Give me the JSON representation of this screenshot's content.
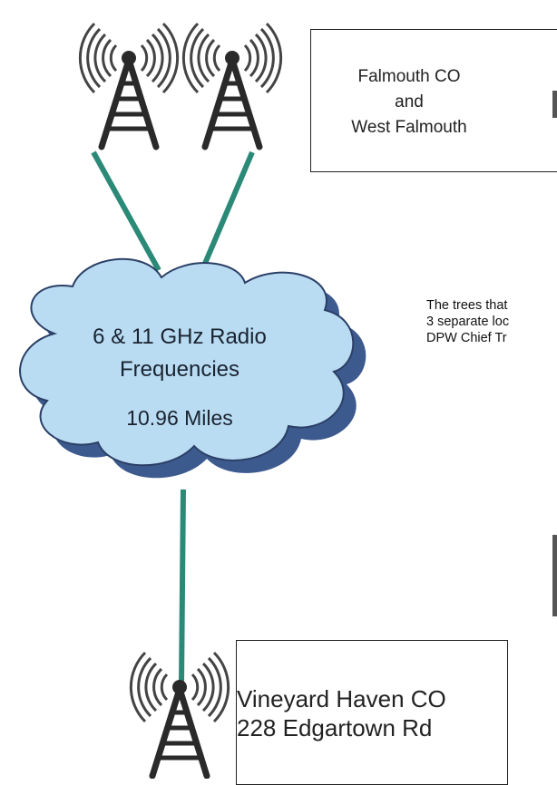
{
  "top_box": {
    "line1": "Falmouth CO",
    "line2": "and",
    "line3": "West Falmouth"
  },
  "cloud": {
    "line1": "6 & 11 GHz Radio",
    "line2": "Frequencies",
    "line3": "10.96 Miles"
  },
  "note": {
    "line1": "The trees that",
    "line2": "3 separate loc",
    "line3": "DPW Chief Tr"
  },
  "bottom_box": {
    "line1": "Vineyard Haven CO",
    "line2": "228 Edgartown Rd"
  },
  "colors": {
    "link": "#2a8a77",
    "cloud_fill": "#b9dcf2",
    "cloud_shadow": "#3d5a8f",
    "tower": "#2a2a2a"
  }
}
